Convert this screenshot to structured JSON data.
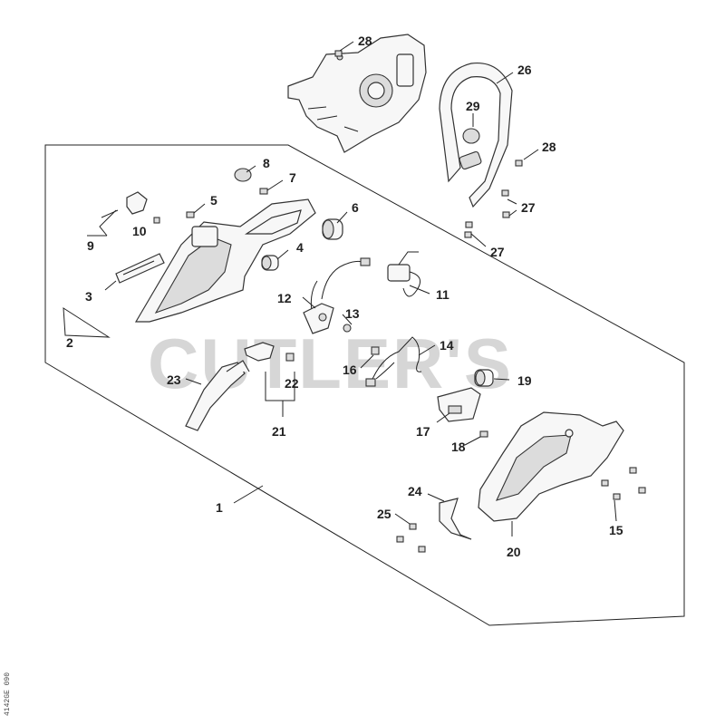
{
  "watermark": "CUTLER'S",
  "side_code": "4142GE 090",
  "callouts": {
    "n1": "1",
    "n2": "2",
    "n3": "3",
    "n4": "4",
    "n5": "5",
    "n6": "6",
    "n7": "7",
    "n8": "8",
    "n9": "9",
    "n10": "10",
    "n11": "11",
    "n12": "12",
    "n13": "13",
    "n14": "14",
    "n15": "15",
    "n16": "16",
    "n17": "17",
    "n18": "18",
    "n19": "19",
    "n20": "20",
    "n21": "21",
    "n22": "22",
    "n23": "23",
    "n24": "24",
    "n25": "25",
    "n26": "26",
    "n27a": "27",
    "n27b": "27",
    "n28a": "28",
    "n28b": "28",
    "n29": "29"
  }
}
